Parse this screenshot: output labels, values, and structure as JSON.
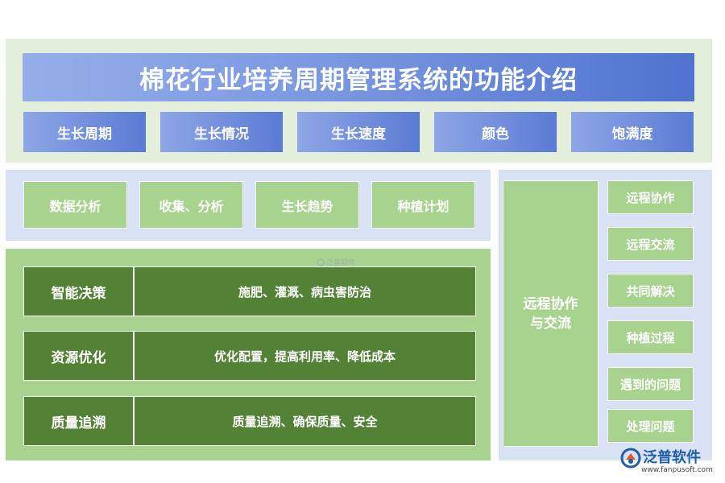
{
  "title": "棉花行业培养周期管理系统的功能介绍",
  "attributes": [
    "生长周期",
    "生长情况",
    "生长速度",
    "颜色",
    "饱满度"
  ],
  "analysis": [
    "数据分析",
    "收集、分析",
    "生长趋势",
    "种植计划"
  ],
  "features": [
    {
      "label": "智能决策",
      "desc": "施肥、灌溉、病虫害防治"
    },
    {
      "label": "资源优化",
      "desc": "优化配置，提高利用率、降低成本"
    },
    {
      "label": "质量追溯",
      "desc": "质量追溯、确保质量、安全"
    }
  ],
  "remote": {
    "main_line1": "远程协作",
    "main_line2": "与交流",
    "items": [
      "远程协作",
      "远程交流",
      "共同解决",
      "种植过程",
      "遇到的问题",
      "处理问题"
    ]
  },
  "watermark": "泛普软件",
  "logo": {
    "name": "泛普软件",
    "url": "www.fanpusoft.com",
    "icon": "fanpu-logo-icon"
  },
  "colors": {
    "title_gradient_start": "#95aeea",
    "title_gradient_end": "#4f73cf",
    "light_green": "#a8d38e",
    "dark_green": "#538135",
    "pale_green": "#e3efdb",
    "pale_blue": "#d9e1f4",
    "brand_blue": "#1f5fa8"
  }
}
